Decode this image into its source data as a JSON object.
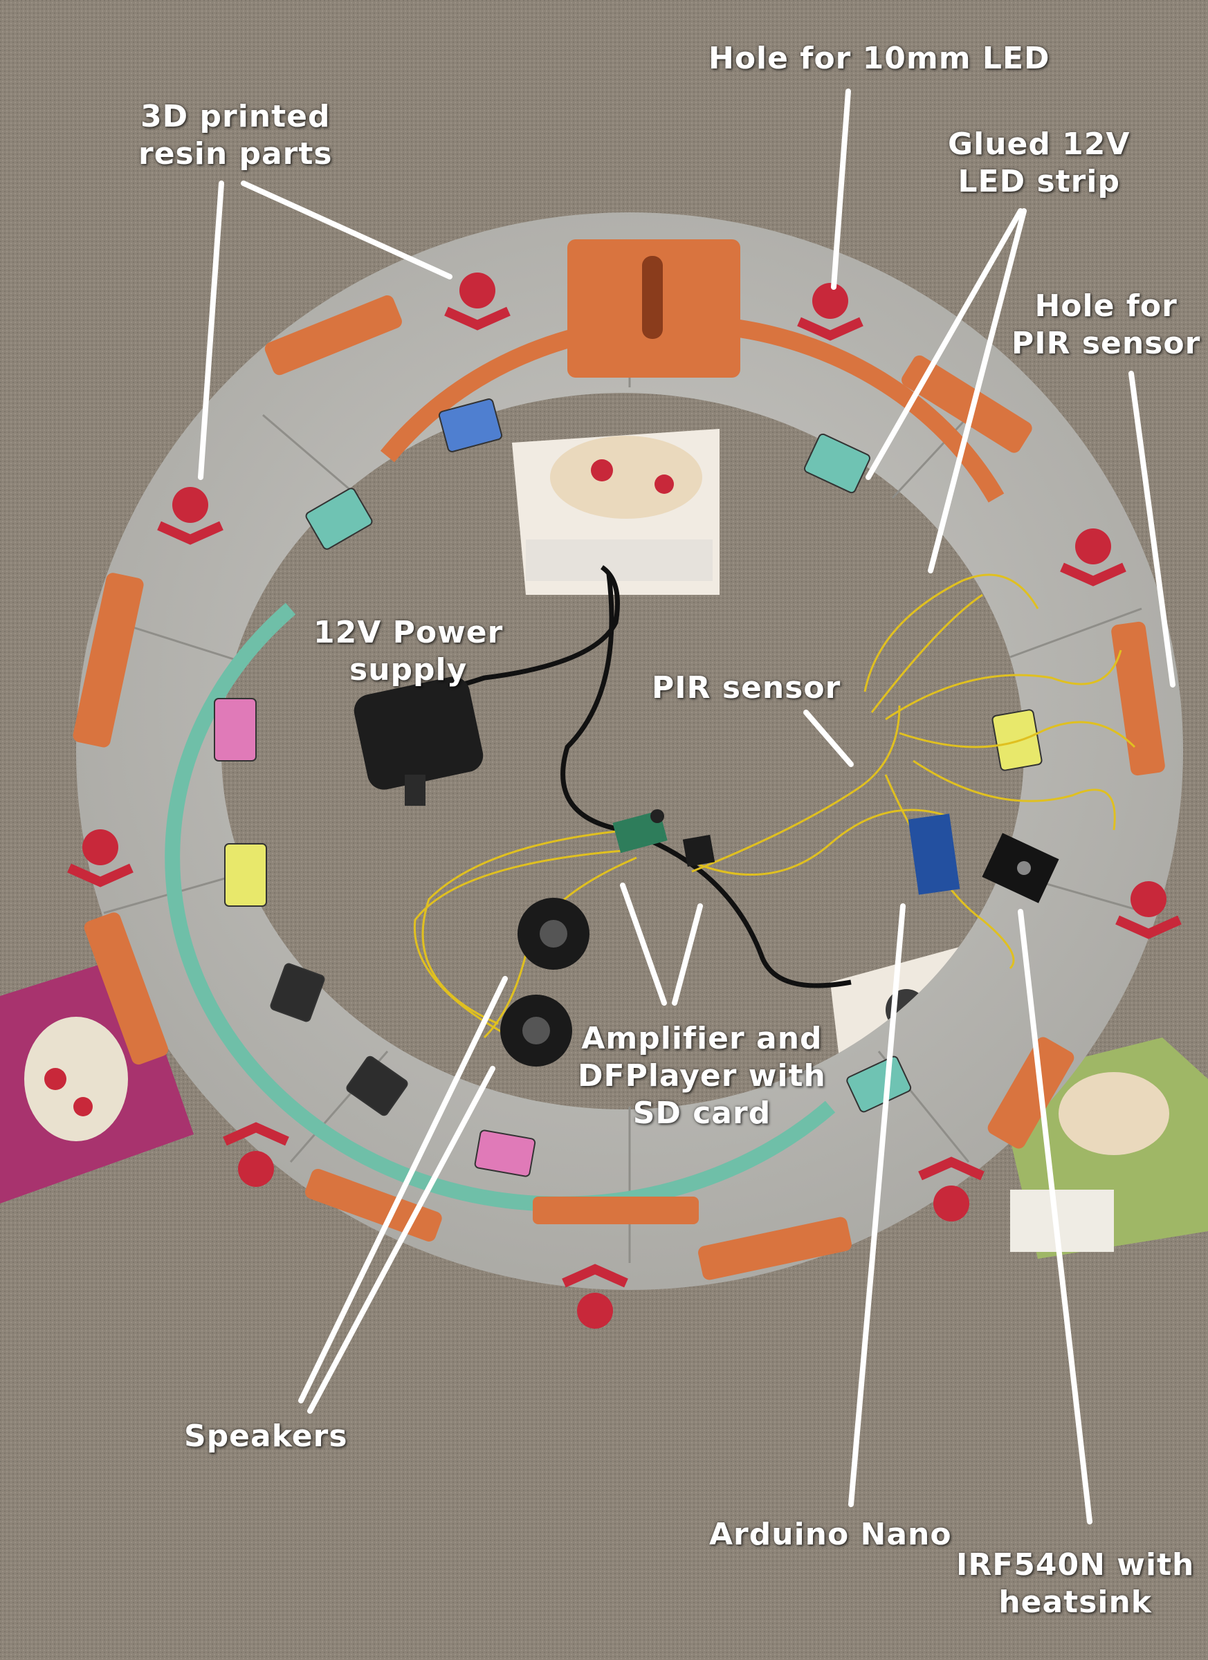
{
  "annotations": {
    "resin_parts": [
      "3D printed",
      "resin parts"
    ],
    "led_hole": [
      "Hole for 10mm LED"
    ],
    "led_strip": [
      "Glued 12V",
      "LED strip"
    ],
    "pir_hole": [
      "Hole for",
      "PIR sensor"
    ],
    "power_supply": [
      "12V Power",
      "supply"
    ],
    "pir_sensor": [
      "PIR sensor"
    ],
    "amplifier": [
      "Amplifier and",
      "DFPlayer with",
      "SD card"
    ],
    "speakers": [
      "Speakers"
    ],
    "arduino": [
      "Arduino Nano"
    ],
    "mosfet": [
      "IRF540N with",
      "heatsink"
    ]
  },
  "colors": {
    "carpet": "#8d8478",
    "metal": "#b9b8b4",
    "resin_red": "#c8283a",
    "orange_parts": "#d9743f",
    "teal_ring": "#6fbfa8",
    "wire_yellow": "#e0c020",
    "label_text": "#ffffff",
    "pointer_line": "#ffffff"
  }
}
